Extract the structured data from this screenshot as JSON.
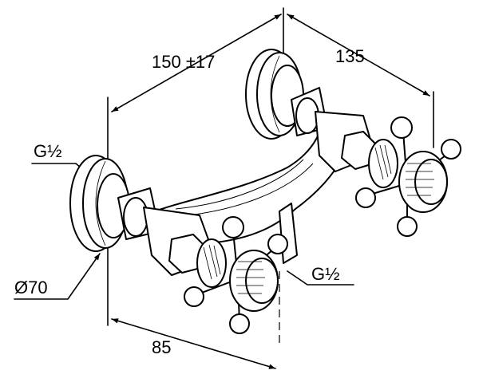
{
  "dimensions": {
    "width_between_centers": "150 ±17",
    "depth": "135",
    "projection": "85",
    "rosette_diameter": "Ø70",
    "thread_inlet": "G½",
    "thread_outlet": "G½"
  }
}
